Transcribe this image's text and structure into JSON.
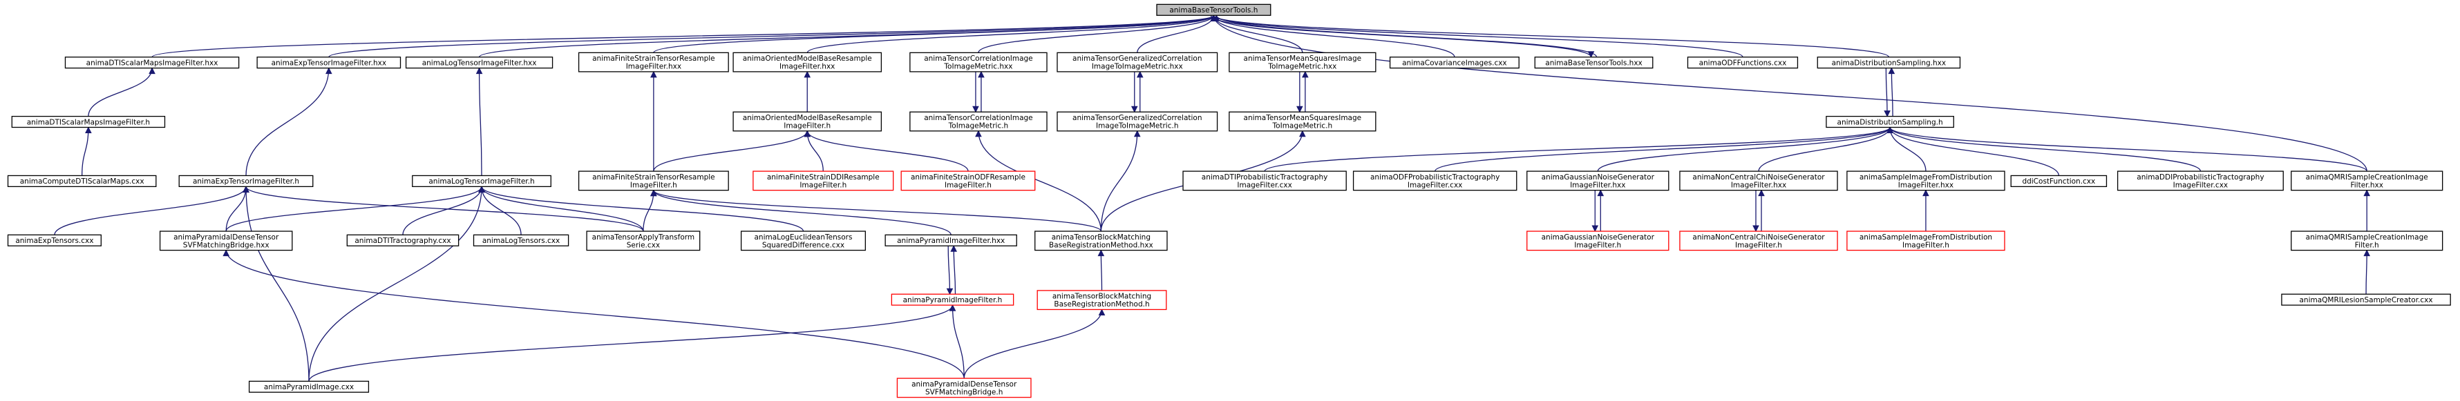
{
  "title": "animaBaseTensorTools.h",
  "nodes": {
    "n0": {
      "lines": [
        "animaBaseTensorTools.h"
      ],
      "color": "root"
    },
    "n1": {
      "lines": [
        "animaDTIScalarMapsImageFilter.hxx"
      ],
      "color": "black"
    },
    "n2": {
      "lines": [
        "animaDTIScalarMapsImageFilter.h"
      ],
      "color": "black"
    },
    "n3": {
      "lines": [
        "animaComputeDTIScalarMaps.cxx"
      ],
      "color": "black"
    },
    "n4": {
      "lines": [
        "animaExpTensorImageFilter.hxx"
      ],
      "color": "black"
    },
    "n5": {
      "lines": [
        "animaExpTensorImageFilter.h"
      ],
      "color": "black"
    },
    "n6": {
      "lines": [
        "animaExpTensors.cxx"
      ],
      "color": "black"
    },
    "n7": {
      "lines": [
        "animaPyramidalDenseTensor",
        "SVFMatchingBridge.hxx"
      ],
      "color": "black"
    },
    "n8": {
      "lines": [
        "animaPyramidImage.cxx"
      ],
      "color": "black"
    },
    "n9": {
      "lines": [
        "animaLogTensorImageFilter.hxx"
      ],
      "color": "black"
    },
    "n10": {
      "lines": [
        "animaLogTensorImageFilter.h"
      ],
      "color": "black"
    },
    "n11": {
      "lines": [
        "animaDTITractography.cxx"
      ],
      "color": "black"
    },
    "n12": {
      "lines": [
        "animaLogTensors.cxx"
      ],
      "color": "black"
    },
    "n13": {
      "lines": [
        "animaTensorApplyTransform",
        "Serie.cxx"
      ],
      "color": "black"
    },
    "n14": {
      "lines": [
        "animaLogEuclideanTensors",
        "SquaredDifference.cxx"
      ],
      "color": "black"
    },
    "n15": {
      "lines": [
        "animaFiniteStrainTensorResample",
        "ImageFilter.hxx"
      ],
      "color": "black"
    },
    "n16": {
      "lines": [
        "animaFiniteStrainTensorResample",
        "ImageFilter.h"
      ],
      "color": "black"
    },
    "n17": {
      "lines": [
        "animaOrientedModelBaseResample",
        "ImageFilter.hxx"
      ],
      "color": "black"
    },
    "n18": {
      "lines": [
        "animaOrientedModelBaseResample",
        "ImageFilter.h"
      ],
      "color": "black"
    },
    "n19": {
      "lines": [
        "animaFiniteStrainDDIResample",
        "ImageFilter.h"
      ],
      "color": "red"
    },
    "n20": {
      "lines": [
        "animaFiniteStrainODFResample",
        "ImageFilter.h"
      ],
      "color": "red"
    },
    "n21": {
      "lines": [
        "animaPyramidImageFilter.hxx"
      ],
      "color": "black"
    },
    "n22": {
      "lines": [
        "animaPyramidImageFilter.h"
      ],
      "color": "red"
    },
    "n23": {
      "lines": [
        "animaPyramidalDenseTensor",
        "SVFMatchingBridge.h"
      ],
      "color": "red"
    },
    "n24": {
      "lines": [
        "animaTensorBlockMatching",
        "BaseRegistrationMethod.hxx"
      ],
      "color": "black"
    },
    "n25": {
      "lines": [
        "animaTensorBlockMatching",
        "BaseRegistrationMethod.h"
      ],
      "color": "red"
    },
    "n26": {
      "lines": [
        "animaTensorCorrelationImage",
        "ToImageMetric.hxx"
      ],
      "color": "black"
    },
    "n27": {
      "lines": [
        "animaTensorCorrelationImage",
        "ToImageMetric.h"
      ],
      "color": "black"
    },
    "n28": {
      "lines": [
        "animaTensorGeneralizedCorrelation",
        "ImageToImageMetric.hxx"
      ],
      "color": "black"
    },
    "n29": {
      "lines": [
        "animaTensorGeneralizedCorrelation",
        "ImageToImageMetric.h"
      ],
      "color": "black"
    },
    "n30": {
      "lines": [
        "animaTensorMeanSquaresImage",
        "ToImageMetric.hxx"
      ],
      "color": "black"
    },
    "n31": {
      "lines": [
        "animaTensorMeanSquaresImage",
        "ToImageMetric.h"
      ],
      "color": "black"
    },
    "n32": {
      "lines": [
        "animaCovarianceImages.cxx"
      ],
      "color": "black"
    },
    "n33": {
      "lines": [
        "animaBaseTensorTools.hxx"
      ],
      "color": "black"
    },
    "n34": {
      "lines": [
        "animaODFFunctions.cxx"
      ],
      "color": "black"
    },
    "n35": {
      "lines": [
        "animaDistributionSampling.hxx"
      ],
      "color": "black"
    },
    "n36": {
      "lines": [
        "animaDistributionSampling.h"
      ],
      "color": "black"
    },
    "n37": {
      "lines": [
        "animaDTIProbabilisticTractography",
        "ImageFilter.cxx"
      ],
      "color": "black"
    },
    "n38": {
      "lines": [
        "animaODFProbabilisticTractography",
        "ImageFilter.cxx"
      ],
      "color": "black"
    },
    "n39": {
      "lines": [
        "animaGaussianNoiseGenerator",
        "ImageFilter.hxx"
      ],
      "color": "black"
    },
    "n40": {
      "lines": [
        "animaGaussianNoiseGenerator",
        "ImageFilter.h"
      ],
      "color": "red"
    },
    "n41": {
      "lines": [
        "animaNonCentralChiNoiseGenerator",
        "ImageFilter.hxx"
      ],
      "color": "black"
    },
    "n42": {
      "lines": [
        "animaNonCentralChiNoiseGenerator",
        "ImageFilter.h"
      ],
      "color": "red"
    },
    "n43": {
      "lines": [
        "animaSampleImageFromDistribution",
        "ImageFilter.hxx"
      ],
      "color": "black"
    },
    "n44": {
      "lines": [
        "animaSampleImageFromDistribution",
        "ImageFilter.h"
      ],
      "color": "red"
    },
    "n45": {
      "lines": [
        "ddiCostFunction.cxx"
      ],
      "color": "black"
    },
    "n46": {
      "lines": [
        "animaDDIProbabilisticTractography",
        "ImageFilter.cxx"
      ],
      "color": "black"
    },
    "n47": {
      "lines": [
        "animaQMRISampleCreationImage",
        "Filter.hxx"
      ],
      "color": "black"
    },
    "n48": {
      "lines": [
        "animaQMRISampleCreationImage",
        "Filter.h"
      ],
      "color": "black"
    },
    "n49": {
      "lines": [
        "animaQMRILesionSampleCreator.cxx"
      ],
      "color": "black"
    }
  },
  "edges": [
    [
      "n1",
      "n0"
    ],
    [
      "n4",
      "n0"
    ],
    [
      "n9",
      "n0"
    ],
    [
      "n15",
      "n0"
    ],
    [
      "n17",
      "n0"
    ],
    [
      "n26",
      "n0"
    ],
    [
      "n28",
      "n0"
    ],
    [
      "n30",
      "n0"
    ],
    [
      "n32",
      "n0"
    ],
    [
      "n33",
      "n0"
    ],
    [
      "n0",
      "n33"
    ],
    [
      "n34",
      "n0"
    ],
    [
      "n35",
      "n0"
    ],
    [
      "n47",
      "n0"
    ],
    [
      "n2",
      "n1"
    ],
    [
      "n3",
      "n2"
    ],
    [
      "n5",
      "n4"
    ],
    [
      "n6",
      "n5"
    ],
    [
      "n7",
      "n5"
    ],
    [
      "n8",
      "n5"
    ],
    [
      "n13",
      "n5"
    ],
    [
      "n10",
      "n9"
    ],
    [
      "n7",
      "n10"
    ],
    [
      "n11",
      "n10"
    ],
    [
      "n12",
      "n10"
    ],
    [
      "n13",
      "n10"
    ],
    [
      "n14",
      "n10"
    ],
    [
      "n8",
      "n10"
    ],
    [
      "n16",
      "n15"
    ],
    [
      "n13",
      "n16"
    ],
    [
      "n24",
      "n16"
    ],
    [
      "n18",
      "n17"
    ],
    [
      "n16",
      "n18"
    ],
    [
      "n19",
      "n18"
    ],
    [
      "n20",
      "n18"
    ],
    [
      "n21",
      "n16"
    ],
    [
      "n22",
      "n21"
    ],
    [
      "n21",
      "n22"
    ],
    [
      "n8",
      "n22"
    ],
    [
      "n23",
      "n22"
    ],
    [
      "n23",
      "n7"
    ],
    [
      "n25",
      "n24"
    ],
    [
      "n23",
      "n25"
    ],
    [
      "n27",
      "n26"
    ],
    [
      "n26",
      "n27"
    ],
    [
      "n24",
      "n27"
    ],
    [
      "n29",
      "n28"
    ],
    [
      "n28",
      "n29"
    ],
    [
      "n24",
      "n29"
    ],
    [
      "n31",
      "n30"
    ],
    [
      "n30",
      "n31"
    ],
    [
      "n24",
      "n31"
    ],
    [
      "n36",
      "n35"
    ],
    [
      "n35",
      "n36"
    ],
    [
      "n37",
      "n36"
    ],
    [
      "n38",
      "n36"
    ],
    [
      "n39",
      "n36"
    ],
    [
      "n41",
      "n36"
    ],
    [
      "n43",
      "n36"
    ],
    [
      "n45",
      "n36"
    ],
    [
      "n46",
      "n36"
    ],
    [
      "n47",
      "n36"
    ],
    [
      "n40",
      "n39"
    ],
    [
      "n39",
      "n40"
    ],
    [
      "n42",
      "n41"
    ],
    [
      "n41",
      "n42"
    ],
    [
      "n44",
      "n43"
    ],
    [
      "n48",
      "n47"
    ],
    [
      "n49",
      "n48"
    ]
  ]
}
